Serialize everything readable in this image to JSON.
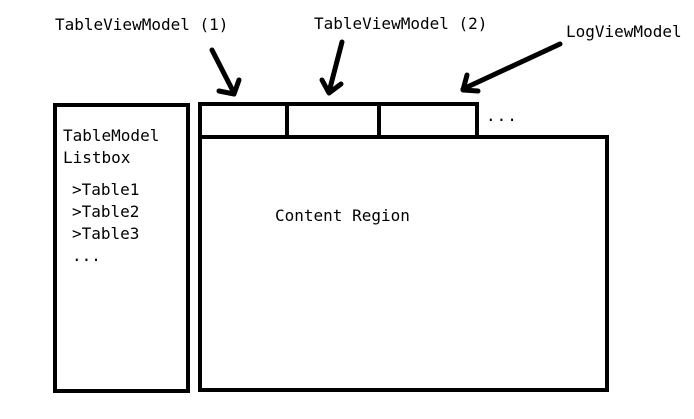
{
  "annotations": {
    "table_view_model_1": "TableViewModel (1)",
    "table_view_model_2": "TableViewModel (2)",
    "log_view_model": "LogViewModel"
  },
  "sidebar": {
    "title_line1": "TableModel",
    "title_line2": "Listbox",
    "items": [
      {
        "label": ">Table1"
      },
      {
        "label": ">Table2"
      },
      {
        "label": ">Table3"
      },
      {
        "label": "..."
      }
    ]
  },
  "tabs": {
    "count_shown": 3,
    "more_label": "..."
  },
  "content": {
    "label": "Content Region"
  }
}
